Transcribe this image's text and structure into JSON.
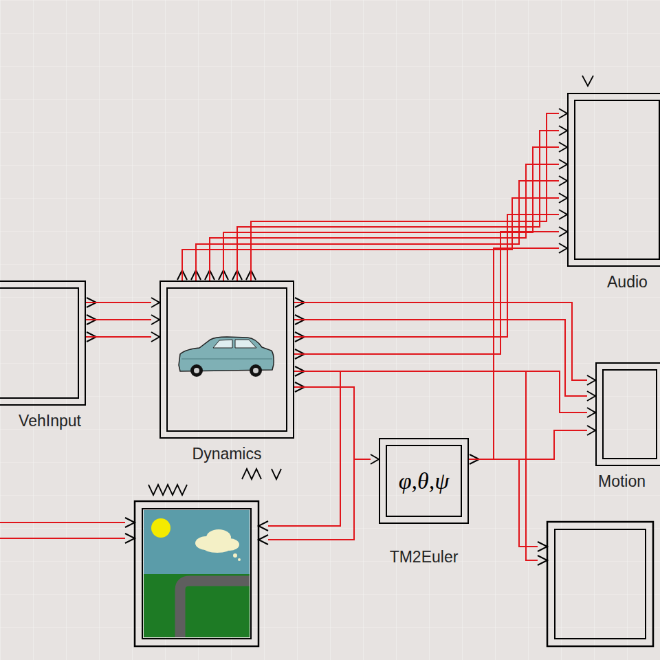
{
  "diagram": {
    "nodes": [
      {
        "text": [
          "Audio"
        ]
      },
      {
        "text": [
          "VehInput"
        ]
      },
      {
        "text": [
          "Dynamics"
        ]
      },
      {
        "text": [
          "Motion"
        ]
      },
      {
        "text": [
          "φ,θ,ψ",
          "TM2Euler"
        ]
      }
    ],
    "edges": [
      {
        "from": 1,
        "to": 2,
        "arrow": "to"
      },
      {
        "from": 1,
        "to": 2,
        "arrow": "to"
      },
      {
        "from": 1,
        "to": 2,
        "arrow": "to"
      },
      {
        "from": 2,
        "to": 0,
        "arrow": "to"
      },
      {
        "from": 2,
        "to": 0,
        "arrow": "to"
      },
      {
        "from": 2,
        "to": 0,
        "arrow": "to"
      },
      {
        "from": 2,
        "to": 0,
        "arrow": "to"
      },
      {
        "from": 2,
        "to": 0,
        "arrow": "to"
      },
      {
        "from": 2,
        "to": 0,
        "arrow": "to"
      },
      {
        "from": 2,
        "to": 0,
        "arrow": "to"
      },
      {
        "from": 2,
        "to": 0,
        "arrow": "to"
      },
      {
        "from": 2,
        "to": 3,
        "arrow": "to"
      },
      {
        "from": 2,
        "to": 3,
        "arrow": "to"
      },
      {
        "from": 2,
        "to": 3,
        "arrow": "to"
      },
      {
        "from": 2,
        "to": 4,
        "arrow": "to"
      },
      {
        "from": 4,
        "to": 3,
        "arrow": "to"
      },
      {
        "from": 4,
        "to": 0,
        "arrow": "to"
      }
    ]
  }
}
